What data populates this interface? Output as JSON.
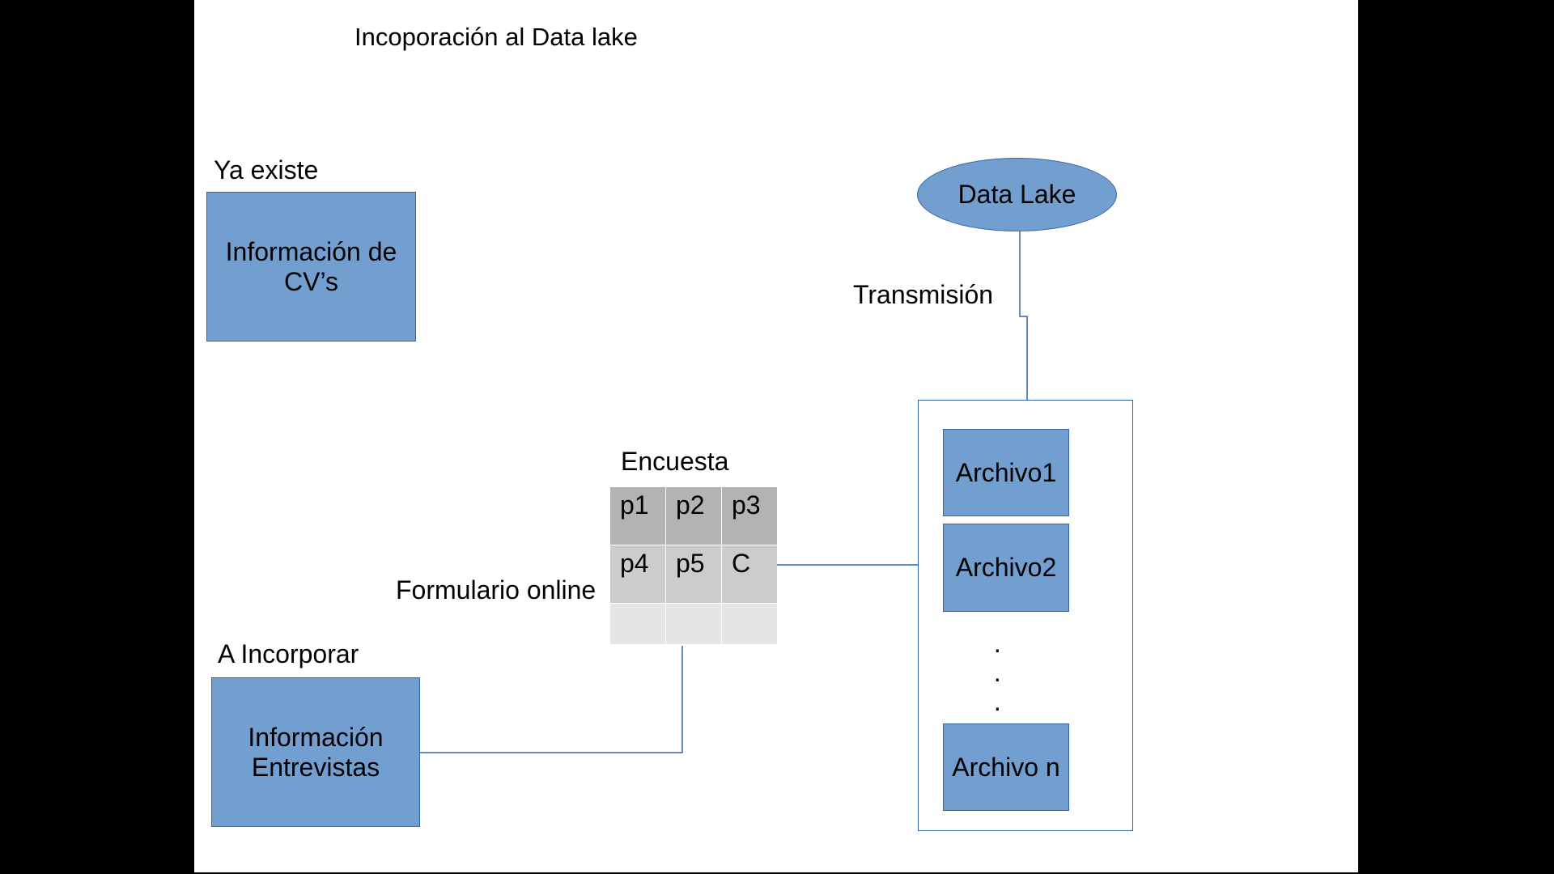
{
  "title": "Incoporación al Data lake",
  "existing": {
    "heading": "Ya existe",
    "box_label": "Información de\nCV’s"
  },
  "to_incorporate": {
    "heading": "A Incorporar",
    "box_label": "Información\nEntrevistas"
  },
  "survey": {
    "heading": "Encuesta",
    "side_label": "Formulario online",
    "rows": [
      [
        "p1",
        "p2",
        "p3"
      ],
      [
        "p4",
        "p5",
        "C"
      ],
      [
        "",
        "",
        ""
      ]
    ]
  },
  "data_lake": {
    "label": "Data Lake",
    "transmission_label": "Transmisión"
  },
  "files": {
    "items": [
      "Archivo1",
      "Archivo2",
      "Archivo n"
    ],
    "ellipsis": [
      "·",
      "·",
      "·"
    ]
  },
  "colors": {
    "box_fill": "#729fcf",
    "box_border": "#3465a4",
    "table_header": "#b3b3b3",
    "table_row2": "#cccccc",
    "table_row3": "#e6e6e6"
  }
}
